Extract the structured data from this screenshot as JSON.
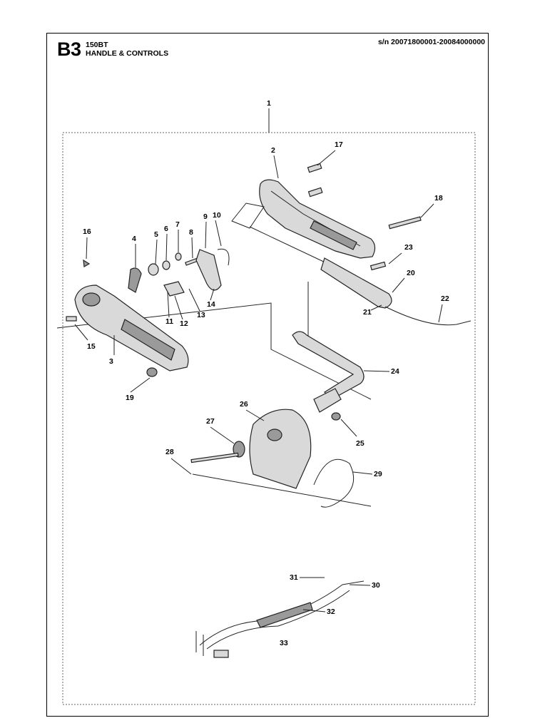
{
  "header": {
    "section_code": "B3",
    "model": "150BT",
    "section_title": "HANDLE & CONTROLS",
    "serial_range": "s/n 20071800001-20084000000"
  },
  "callouts": [
    "1",
    "2",
    "3",
    "4",
    "5",
    "6",
    "7",
    "8",
    "9",
    "10",
    "11",
    "12",
    "13",
    "14",
    "15",
    "16",
    "17",
    "18",
    "19",
    "20",
    "21",
    "22",
    "23",
    "24",
    "25",
    "26",
    "27",
    "28",
    "29",
    "30",
    "31",
    "32",
    "33"
  ]
}
